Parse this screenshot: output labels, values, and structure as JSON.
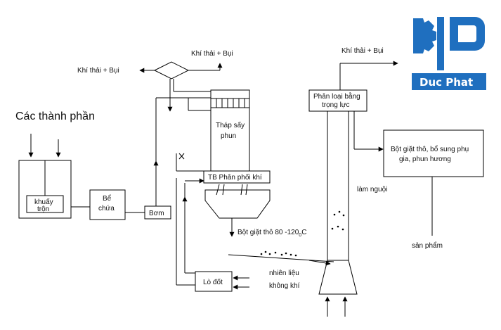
{
  "title": "Các thành phần",
  "labels": {
    "exhaust_left": "Khí thải + Bụi",
    "exhaust_top": "Khí thải + Bụi",
    "exhaust_right": "Khí thải + Bụi",
    "mixer_1": "khuấy",
    "mixer_2": "trộn",
    "tank_1": "Bể",
    "tank_2": "chứa",
    "pump": "Bơm",
    "tower_1": "Tháp sấy",
    "tower_2": "phun",
    "distributor": "TB Phân phối khí",
    "product_out_main": "Bột giặt thô 80 -120",
    "product_out_sub": "0",
    "product_out_unit": "C",
    "furnace": "Lò đốt",
    "fuel": "nhiên liệu",
    "air": "không khí",
    "separator_1": "Phân loại bằng",
    "separator_2": "trọng lực",
    "cooling": "làm nguội",
    "finishing_1": "Bột giặt thô, bổ sung phụ",
    "finishing_2": "gia, phun hương",
    "product": "sản phẩm"
  },
  "logo": {
    "text": "Duc Phat",
    "color": "#1f6fbf"
  }
}
